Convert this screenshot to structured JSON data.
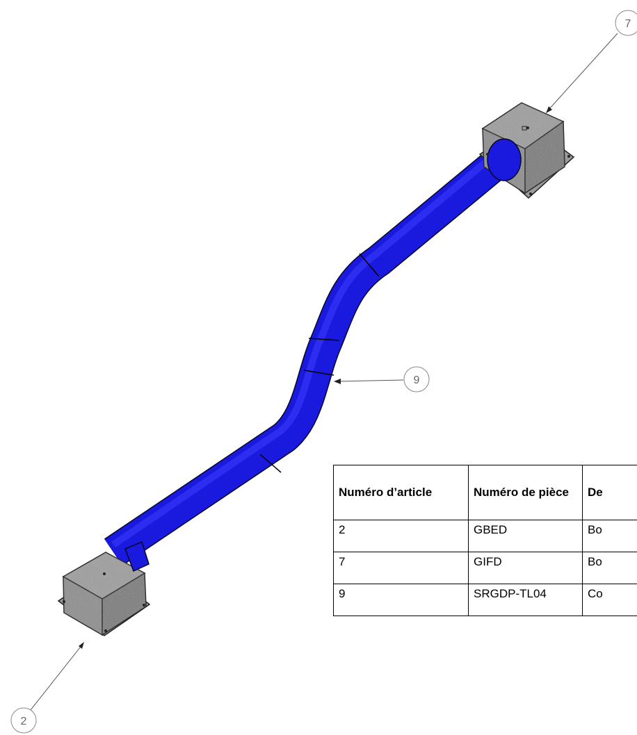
{
  "callouts": [
    {
      "id": "balloon-2",
      "label": "2"
    },
    {
      "id": "balloon-7",
      "label": "7"
    },
    {
      "id": "balloon-9",
      "label": "9"
    }
  ],
  "colors": {
    "duct": "#1a1adf",
    "box": "#8a8a8a",
    "leader": "#555555"
  },
  "bom": {
    "headers": [
      "Numéro d’article",
      "Numéro de pièce",
      "De"
    ],
    "rows": [
      [
        "2",
        "GBED",
        "Bo"
      ],
      [
        "7",
        "GIFD",
        "Bo"
      ],
      [
        "9",
        "SRGDP-TL04",
        "Co"
      ]
    ]
  }
}
